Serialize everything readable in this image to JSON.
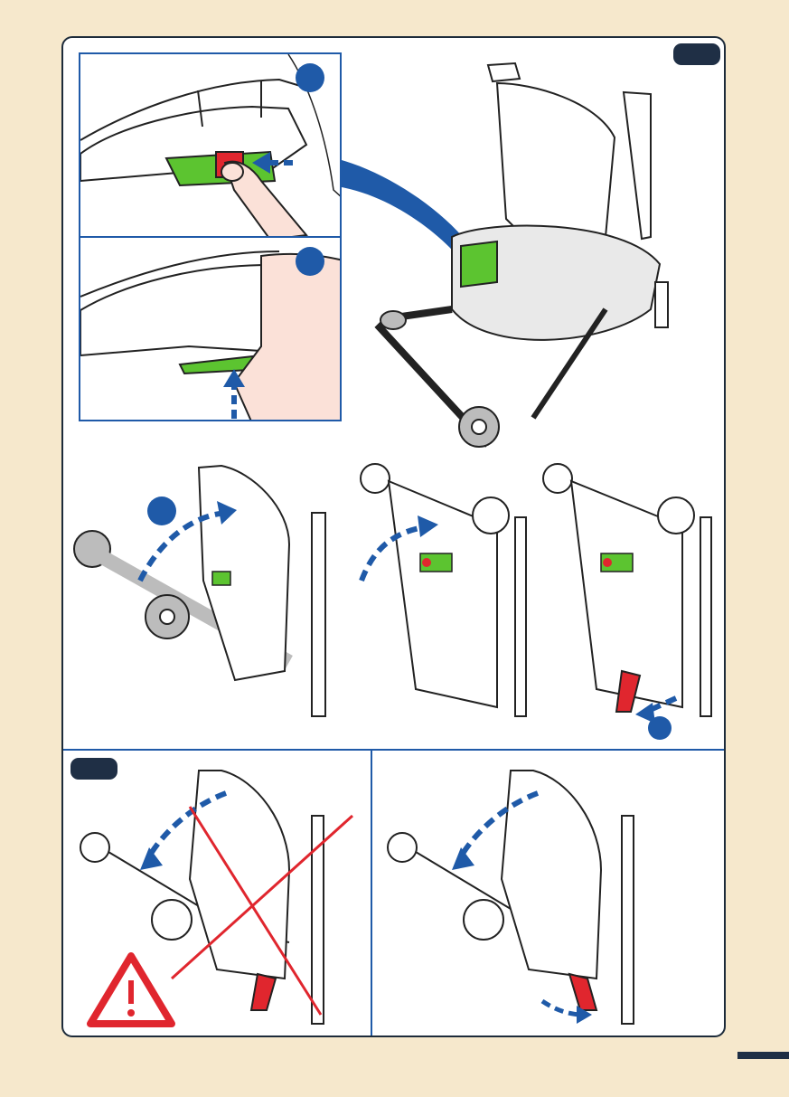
{
  "page": {
    "background_color": "#f6e8cc",
    "frame_color": "#1d2b3a",
    "accent_blue": "#1f5aa8",
    "highlight_green": "#5cc430",
    "warning_red": "#e0262e"
  },
  "sections": [
    {
      "name": "section-fold-procedure",
      "badges": 3,
      "illustrations": [
        "release-button-press",
        "release-handle-lift",
        "chair-overview",
        "fold-step-1",
        "fold-step-2",
        "fold-step-3"
      ]
    },
    {
      "name": "section-fold-warning",
      "illustrations": [
        "incorrect-fold",
        "correct-fold"
      ]
    }
  ],
  "icons": {
    "warning": "warning-triangle-icon",
    "cross": "cross-out-icon",
    "arrow": "dashed-arrow-icon"
  }
}
